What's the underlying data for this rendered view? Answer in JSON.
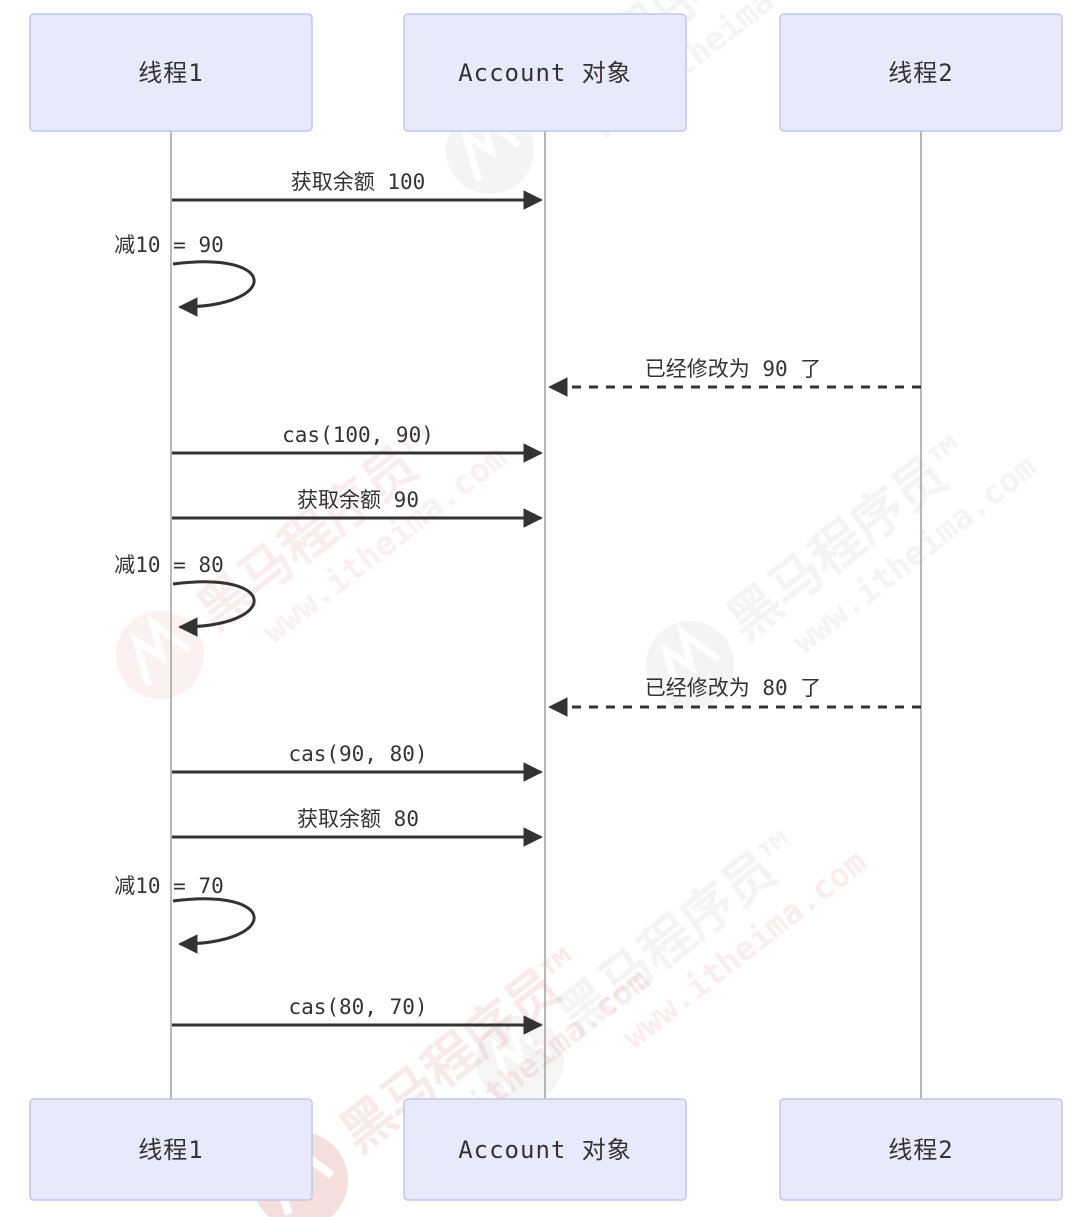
{
  "diagram": {
    "type": "sequence",
    "participants": [
      {
        "id": "thread1",
        "label": "线程1"
      },
      {
        "id": "account",
        "label": "Account 对象"
      },
      {
        "id": "thread2",
        "label": "线程2"
      }
    ],
    "messages": [
      {
        "kind": "solid",
        "from": "thread1",
        "to": "account",
        "label": "获取余额 100"
      },
      {
        "kind": "self",
        "from": "thread1",
        "to": "thread1",
        "label": "减10 = 90"
      },
      {
        "kind": "dashed",
        "from": "thread2",
        "to": "account",
        "label": "已经修改为 90 了"
      },
      {
        "kind": "solid",
        "from": "thread1",
        "to": "account",
        "label": "cas(100, 90)"
      },
      {
        "kind": "solid",
        "from": "thread1",
        "to": "account",
        "label": "获取余额 90"
      },
      {
        "kind": "self",
        "from": "thread1",
        "to": "thread1",
        "label": "减10 = 80"
      },
      {
        "kind": "dashed",
        "from": "thread2",
        "to": "account",
        "label": "已经修改为 80 了"
      },
      {
        "kind": "solid",
        "from": "thread1",
        "to": "account",
        "label": "cas(90, 80)"
      },
      {
        "kind": "solid",
        "from": "thread1",
        "to": "account",
        "label": "获取余额 80"
      },
      {
        "kind": "self",
        "from": "thread1",
        "to": "thread1",
        "label": "减10 = 70"
      },
      {
        "kind": "solid",
        "from": "thread1",
        "to": "account",
        "label": "cas(80, 70)"
      }
    ]
  },
  "watermark": {
    "brand": "黑马程序员™",
    "url": "www.itheima.com"
  },
  "colors": {
    "actor_fill": "#e9e9fc",
    "actor_border": "#c3c4ef",
    "lifeline": "#9b9b9b",
    "arrow": "#333333",
    "text": "#333333",
    "watermark_red": "#c0392b",
    "background": "#ffffff"
  }
}
